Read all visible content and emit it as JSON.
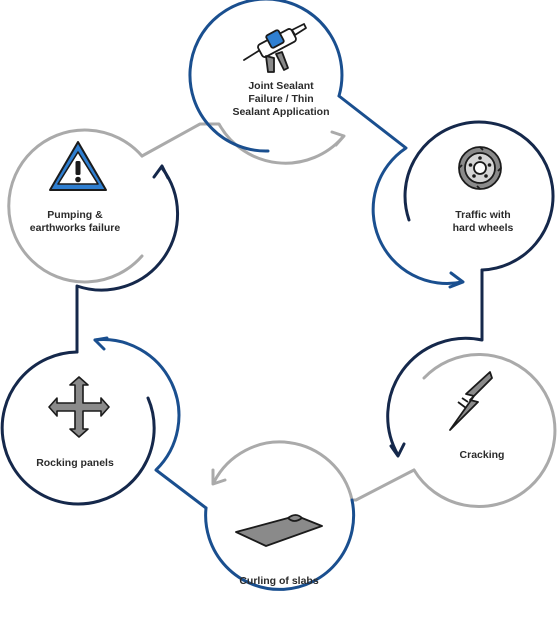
{
  "diagram": {
    "colors": {
      "dark_navy": "#15284b",
      "blue": "#1a4f8f",
      "gray": "#aaaaaa",
      "icon_gray": "#8a8a8a",
      "icon_blue": "#2f7fd1",
      "icon_outline": "#1b1b1b"
    },
    "nodes": [
      {
        "id": "joint-sealant",
        "lines": [
          "Joint Sealant",
          "Failure / Thin",
          "Sealant Application"
        ],
        "icon": "caulking-gun-icon"
      },
      {
        "id": "traffic",
        "lines": [
          "Traffic with",
          "hard wheels"
        ],
        "icon": "wheel-icon"
      },
      {
        "id": "cracking",
        "lines": [
          "Cracking"
        ],
        "icon": "crack-icon"
      },
      {
        "id": "curling",
        "lines": [
          "Curling of slabs"
        ],
        "icon": "curled-slab-icon"
      },
      {
        "id": "rocking",
        "lines": [
          "Rocking panels"
        ],
        "icon": "four-way-arrows-icon"
      },
      {
        "id": "pumping",
        "lines": [
          "Pumping &",
          "earthworks failure"
        ],
        "icon": "warning-triangle-icon"
      }
    ]
  }
}
